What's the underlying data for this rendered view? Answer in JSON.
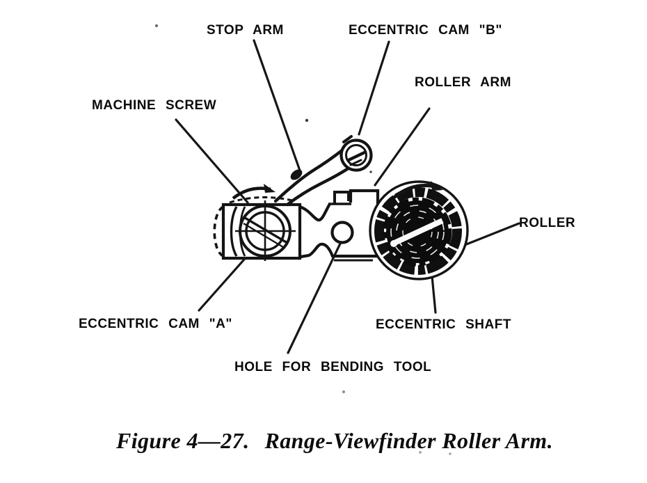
{
  "page": {
    "background": "#ffffff",
    "ink_color": "#141414",
    "text_color": "#0b0b0b"
  },
  "figure": {
    "labels": {
      "stop_arm": "STOP ARM",
      "eccentric_cam_b": "ECCENTRIC CAM \"B\"",
      "roller_arm": "ROLLER ARM",
      "machine_screw": "MACHINE SCREW",
      "roller": "ROLLER",
      "eccentric_cam_a": "ECCENTRIC CAM \"A\"",
      "eccentric_shaft": "ECCENTRIC SHAFT",
      "hole_for_bending_tool": "HOLE FOR BENDING TOOL"
    },
    "caption": {
      "number": "Figure 4—27.",
      "title": "Range-Viewfinder Roller Arm."
    }
  }
}
